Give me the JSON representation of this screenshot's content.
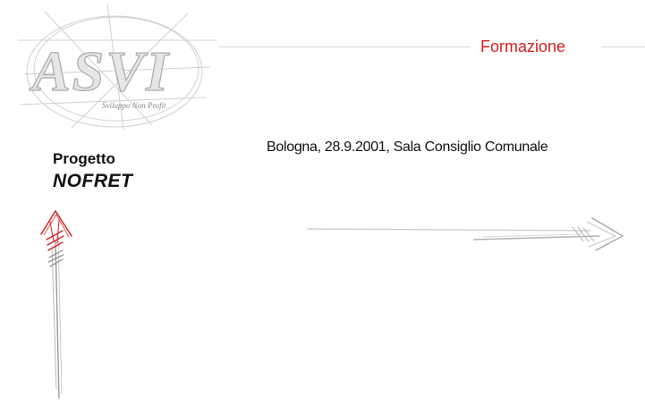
{
  "logo": {
    "wordmark": "ASVI",
    "tagline": "Sviluppo Non Profit"
  },
  "header": {
    "section_title": "Formazione"
  },
  "project": {
    "label": "Progetto",
    "name": "NOFRET"
  },
  "event": {
    "text": "Bologna, 28.9.2001, Sala Consiglio Comunale"
  },
  "colors": {
    "accent_red": "#d4201d",
    "sketch_gray": "#c8c8c8",
    "text_dark": "#111111"
  },
  "icons": {
    "up_arrow": "sketched-up-arrow-icon",
    "right_arrow": "sketched-right-arrow-icon"
  }
}
